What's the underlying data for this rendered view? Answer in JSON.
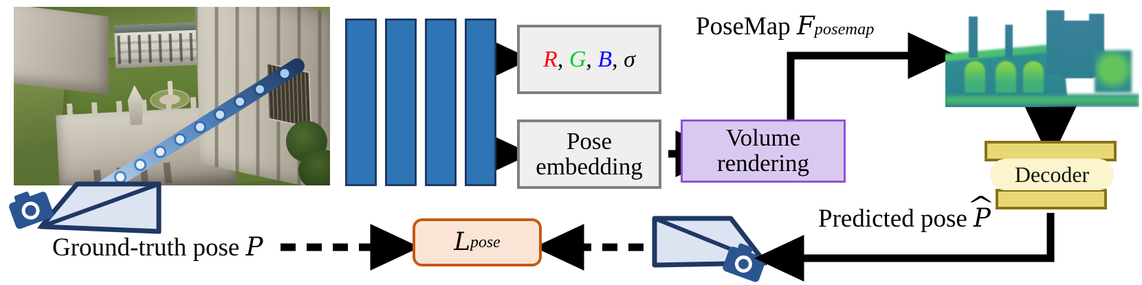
{
  "figure": {
    "type": "pipeline-diagram",
    "caption_free": true
  },
  "scene": {
    "photo_alt": "Aerial photo of King's College Cambridge courtyard",
    "ray": {
      "description": "camera ray with sampled 3D points",
      "num_samples": 10,
      "color_near": "#cfe0f3",
      "color_far": "#1f3864",
      "point_fill": "#ffffff",
      "point_stroke": "#2e75b6"
    }
  },
  "mlp": {
    "name": "NeRF MLP",
    "num_layers": 4,
    "bar_fill": "#2e75b6",
    "bar_stroke": "#1f3864"
  },
  "boxes": {
    "rgb_sigma": {
      "parts": [
        "R",
        "G",
        "B",
        "σ"
      ],
      "colors": [
        "#ff0000",
        "#00cc22",
        "#0000ff",
        "#000000"
      ],
      "fill": "#efefef",
      "stroke": "#808080"
    },
    "pose_embedding": {
      "line1": "Pose",
      "line2": "embedding",
      "fill": "#efefef",
      "stroke": "#808080"
    },
    "volume_rendering": {
      "line1": "Volume",
      "line2": "rendering",
      "fill": "#d9c9f0",
      "stroke": "#9150d6"
    },
    "loss": {
      "symbol": "L",
      "subscript": "pose",
      "fill": "#fbe3d5",
      "stroke": "#c55a11"
    }
  },
  "labels": {
    "posemap": {
      "text": "PoseMap",
      "symbol": "F",
      "subscript": "posemap"
    },
    "ground_truth_pose": {
      "text": "Ground-truth pose",
      "symbol": "P"
    },
    "predicted_pose": {
      "text": "Predicted pose",
      "symbol": "P",
      "hat": true
    }
  },
  "posemap_image": {
    "alt": "PoseMap feature map of King's College rendered with viridis colormap",
    "colormap": "viridis",
    "colors": [
      "#440154",
      "#3b528b",
      "#21918c",
      "#5ec962",
      "#fde725"
    ]
  },
  "decoder": {
    "label": "Decoder",
    "num_bars": 3,
    "bar_fill": "#e8d873",
    "bar_stroke": "#8a7214",
    "label_fill": "#fbf4cd"
  },
  "cameras": {
    "left": {
      "name": "ground-truth camera frustum",
      "fill": "#dce4f2",
      "stroke": "#1f3864"
    },
    "right": {
      "name": "predicted camera frustum",
      "fill": "#dce4f2",
      "stroke": "#1f3864"
    }
  },
  "arrows": {
    "solid": "#000000",
    "dashed": "#000000",
    "count_solid": 6,
    "count_dashed": 2
  }
}
